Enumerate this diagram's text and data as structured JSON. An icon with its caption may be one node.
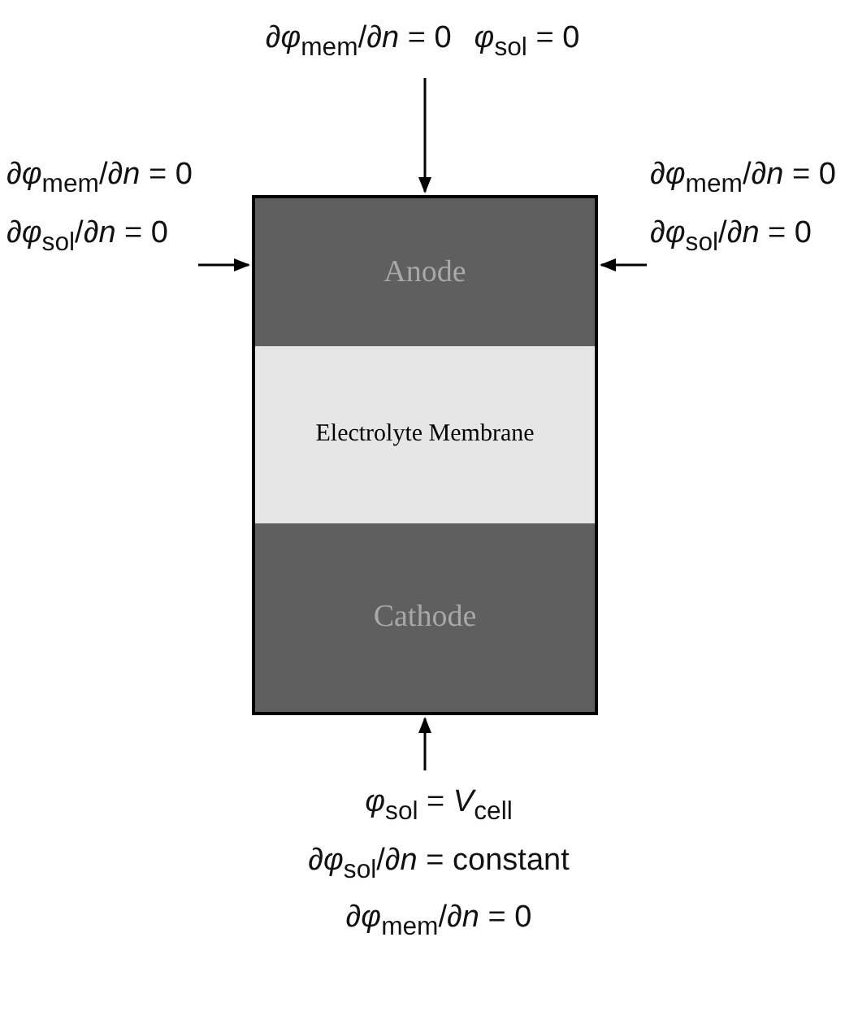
{
  "diagram": {
    "nodes": [
      {
        "text": [
          "*∂φ*$_{mem}$/*∂n* = 0",
          "*φ*$_{sol}$ = 0"
        ]
      },
      {
        "text": [
          "*∂φ*$_{mem}$/*∂n* = 0",
          "*∂φ*$_{sol}$/*∂n* = 0"
        ]
      },
      {
        "text": [
          "Anode"
        ]
      },
      {
        "text": [
          "*∂φ*$_{mem}$/*∂n* = 0",
          "*∂φ*$_{sol}$/*∂n* = 0"
        ]
      },
      {
        "text": [
          "Electrolyte Membrane"
        ]
      },
      {
        "text": [
          "Cathode"
        ]
      },
      {
        "text": [
          "*φ*$_{sol}$ = *V*$_{cell}$",
          "*∂φ*$_{sol}$/*∂n* = constant",
          "*∂φ*$_{mem}$/*∂n* = 0"
        ]
      }
    ],
    "edges": [
      {
        "from": 0,
        "to": 2,
        "arrow": "to"
      },
      {
        "from": 1,
        "to": 2,
        "arrow": "to"
      },
      {
        "from": 3,
        "to": 2,
        "arrow": "to"
      },
      {
        "from": 6,
        "to": 5,
        "arrow": "to"
      }
    ]
  }
}
